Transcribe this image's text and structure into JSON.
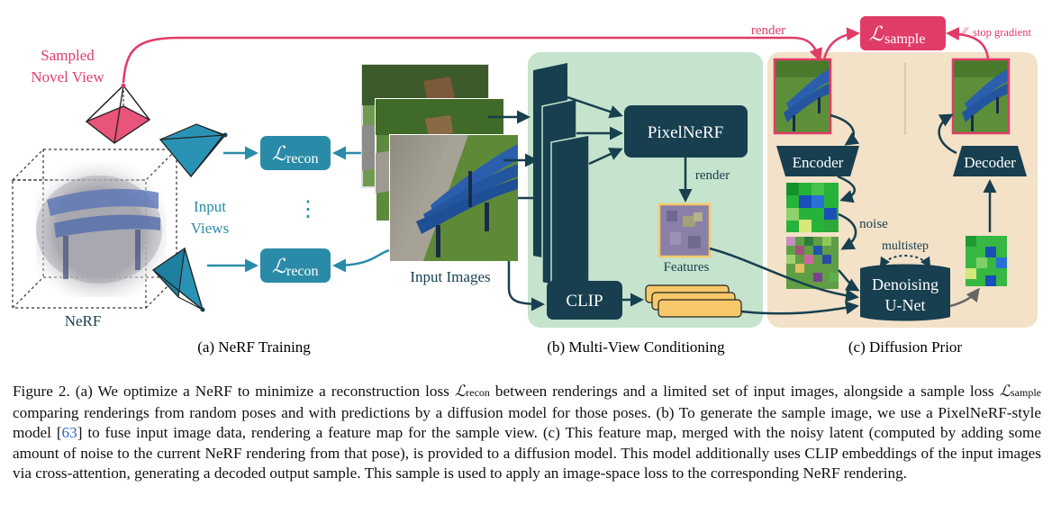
{
  "labels": {
    "sampled_view_line1": "Sampled",
    "sampled_view_line2": "Novel View",
    "input_views_line1": "Input",
    "input_views_line2": "Views",
    "nerf": "NeRF",
    "input_images": "Input Images",
    "pixelnerf": "PixelNeRF",
    "render_top": "render",
    "render_mid": "render",
    "features": "Features",
    "clip": "CLIP",
    "encoder": "Encoder",
    "decoder": "Decoder",
    "noise": "noise",
    "multistep": "multistep",
    "denoising_line1": "Denoising",
    "denoising_line2": "U-Net",
    "stop_gradient": "stop gradient",
    "loss_recon_symbol": "ℒ",
    "loss_recon_sub": "recon",
    "loss_sample_symbol": "ℒ",
    "loss_sample_sub": "sample",
    "vdots": "⋮"
  },
  "panels": {
    "a": "(a) NeRF Training",
    "b": "(b) Multi-View Conditioning",
    "c": "(c) Diffusion Prior"
  },
  "caption": {
    "p1": "Figure 2. (a) We optimize a NeRF to minimize a reconstruction loss ",
    "m1": "ℒ",
    "s1": "recon",
    "p2": " between renderings and a limited set of input images, alongside a sample loss ",
    "m2": "ℒ",
    "s2": "sample",
    "p3": " comparing renderings from random poses and with predictions by a diffusion model for those poses. (b) To generate the sample image, we use a PixelNeRF-style model [",
    "ref": "63",
    "p4": "] to fuse input image data, rendering a feature map for the sample view. (c) This feature map, merged with the noisy latent (computed by adding some amount of noise to the current NeRF rendering from that pose), is provided to a diffusion model. This model additionally uses CLIP embeddings of the input images via cross-attention, generating a decoded output sample. This sample is used to apply an image-space loss to the corresponding NeRF rendering."
  },
  "colors": {
    "teal_dark": "#173f4f",
    "teal_arrow": "#2a8ba8",
    "pink": "#e03c68",
    "green_panel": "#c6e3cd",
    "orange_panel": "#f3e1c8",
    "yellow_feature": "#f7c86a",
    "bench_blue": "#2b5fae",
    "grass": "#5d8f3a"
  }
}
